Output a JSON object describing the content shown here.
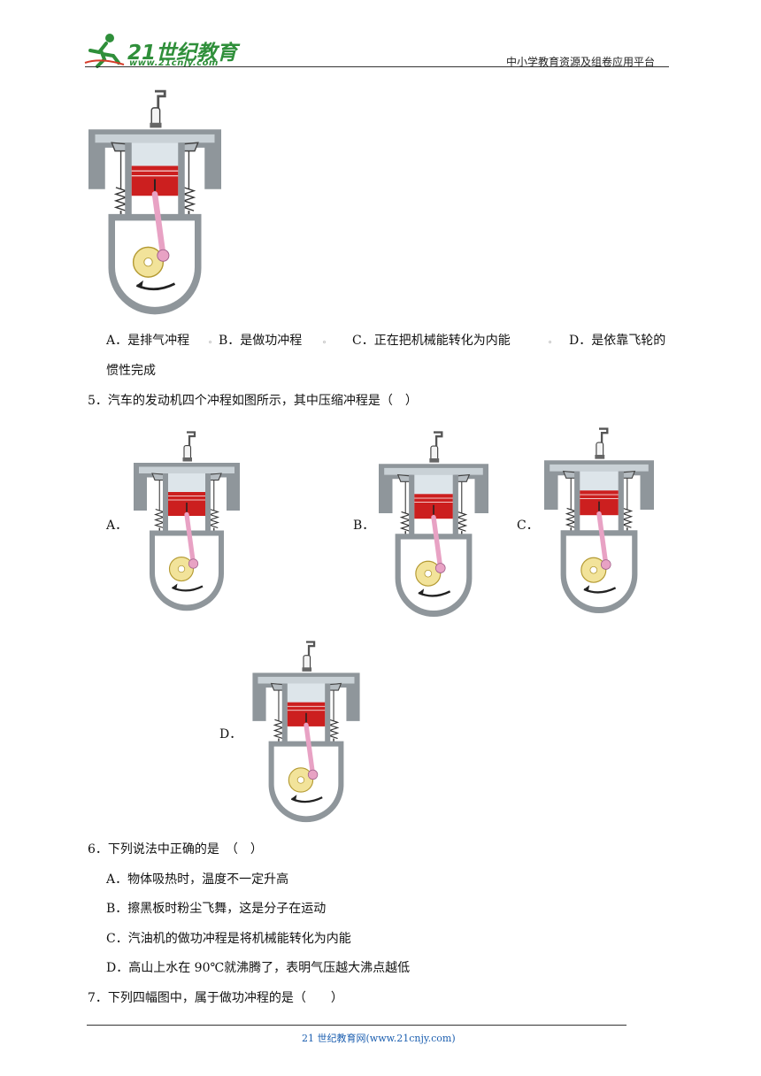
{
  "header": {
    "logo_text": "21世纪教育",
    "logo_url": "www.21cnjy.com",
    "platform": "中小学教育资源及组卷应用平台"
  },
  "q4": {
    "options": {
      "a": "A．是排气冲程",
      "b": "B．是做功冲程",
      "c": "C．正在把机械能转化为内能",
      "d": "D．是依靠飞轮的"
    },
    "continuation": "惯性完成",
    "separator": "。"
  },
  "q5": {
    "stem": "5．汽车的发动机四个冲程如图所示，其中压缩冲程是（　）",
    "labels": {
      "a": "A．",
      "b": "B．",
      "c": "C．",
      "d": "D．"
    }
  },
  "q6": {
    "stem": "6．下列说法中正确的是　（　）",
    "options": [
      "A．物体吸热时，温度不一定升高",
      "B．擦黑板时粉尘飞舞，这是分子在运动",
      "C．汽油机的做功冲程是将机械能转化为内能",
      "D．高山上水在 90℃就沸腾了，表明气压越大沸点越低"
    ]
  },
  "q7": {
    "stem": "7．下列四幅图中，属于做功冲程的是（　　）"
  },
  "footer": {
    "text": "21 世纪教育网(www.21cnjy.com)"
  },
  "colors": {
    "engine_wall": "#8f969b",
    "chamber": "#dde5ea",
    "piston": "#cc1f1f",
    "rod": "#e8a2c4",
    "flywheel": "#f2e39a",
    "logo": "#2f8f3a",
    "footer_link": "#1c5fb0"
  }
}
